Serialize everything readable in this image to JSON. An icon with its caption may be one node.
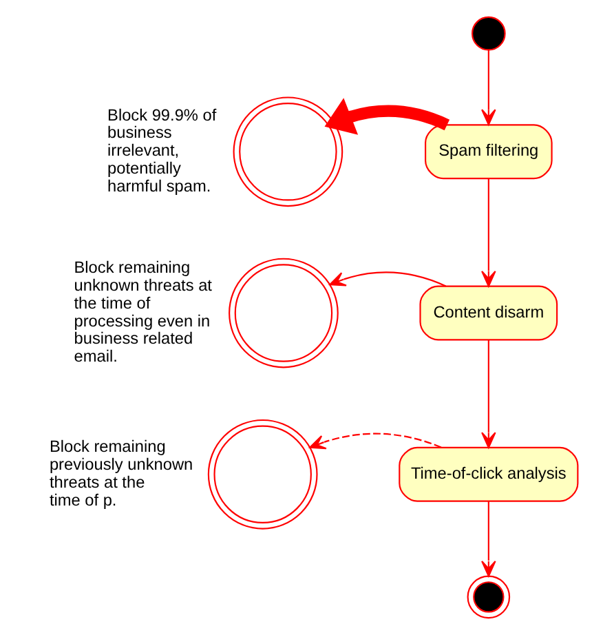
{
  "diagram": {
    "nodes": [
      {
        "text": [],
        "shape": "circle"
      },
      {
        "text": [
          "Spam filtering"
        ]
      },
      {
        "text": [
          "Content disarm"
        ]
      },
      {
        "text": [
          "Time-of-click analysis"
        ]
      },
      {
        "text": [],
        "shape": "circle"
      },
      {
        "text": [],
        "shape": "circle",
        "beside": [
          "Block 99.9% of business irrelevant, potentially harmful spam."
        ]
      },
      {
        "text": [],
        "shape": "circle",
        "beside": [
          "Block remaining unknown threats at the time of processing even in business related email."
        ]
      },
      {
        "text": [],
        "shape": "circle",
        "beside": [
          "Block remaining previously unknown threats at the time of p."
        ]
      }
    ],
    "edges": [
      {
        "from": 0,
        "to": 1,
        "arrow": "to"
      },
      {
        "from": 1,
        "to": 2,
        "arrow": "to"
      },
      {
        "from": 2,
        "to": 3,
        "arrow": "to"
      },
      {
        "from": 3,
        "to": 4,
        "arrow": "to"
      },
      {
        "from": 1,
        "to": 5,
        "arrow": "to",
        "style": "thick"
      },
      {
        "from": 2,
        "to": 6,
        "arrow": "to"
      },
      {
        "from": 3,
        "to": 7,
        "arrow": "to",
        "style": "dashed"
      }
    ]
  }
}
